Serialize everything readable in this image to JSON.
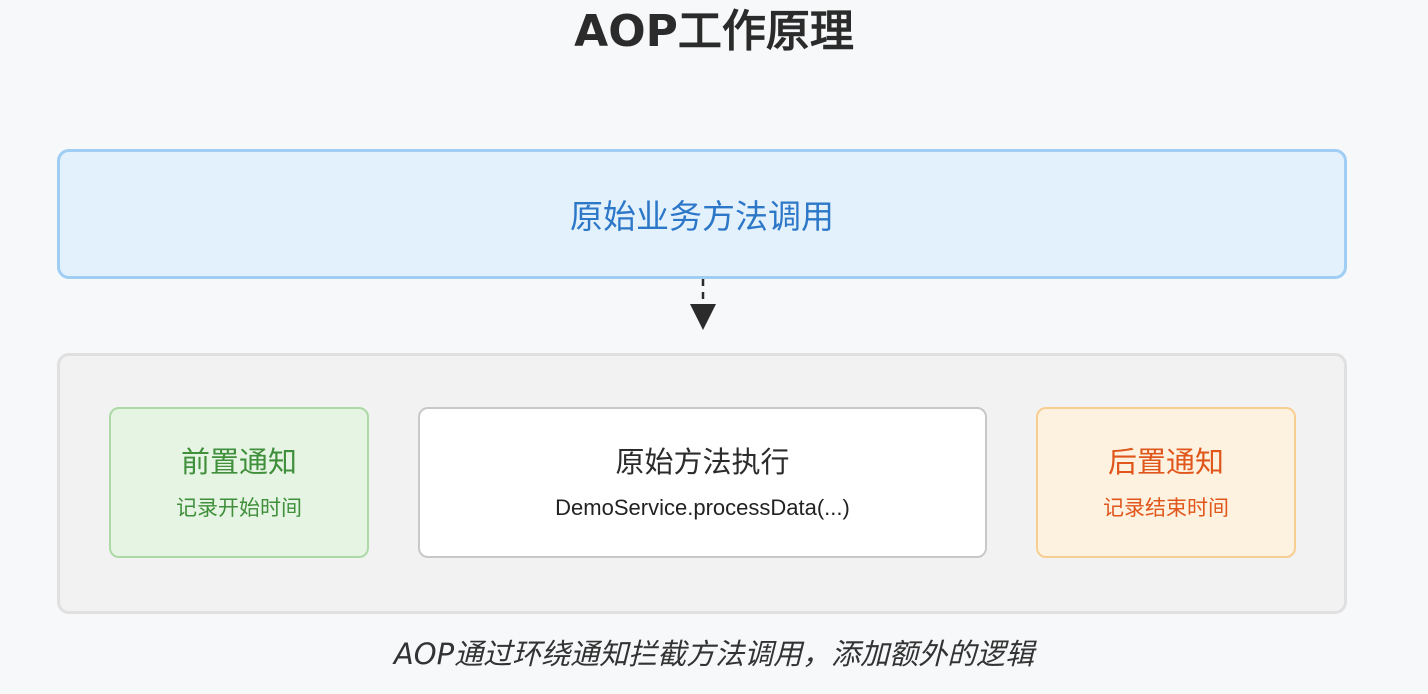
{
  "title": "AOP工作原理",
  "top_box": {
    "label": "原始业务方法调用"
  },
  "steps": [
    {
      "title": "前置通知",
      "subtitle": "记录开始时间"
    },
    {
      "title": "原始方法执行",
      "subtitle": "DemoService.processData(...)"
    },
    {
      "title": "后置通知",
      "subtitle": "记录结束时间"
    }
  ],
  "caption": "AOP通过环绕通知拦截方法调用，添加额外的逻辑",
  "colors": {
    "top_box_text": "#2c77c8",
    "before_text": "#3f8f3b",
    "after_text": "#e0561b",
    "arrow": "#2b2b2b"
  }
}
